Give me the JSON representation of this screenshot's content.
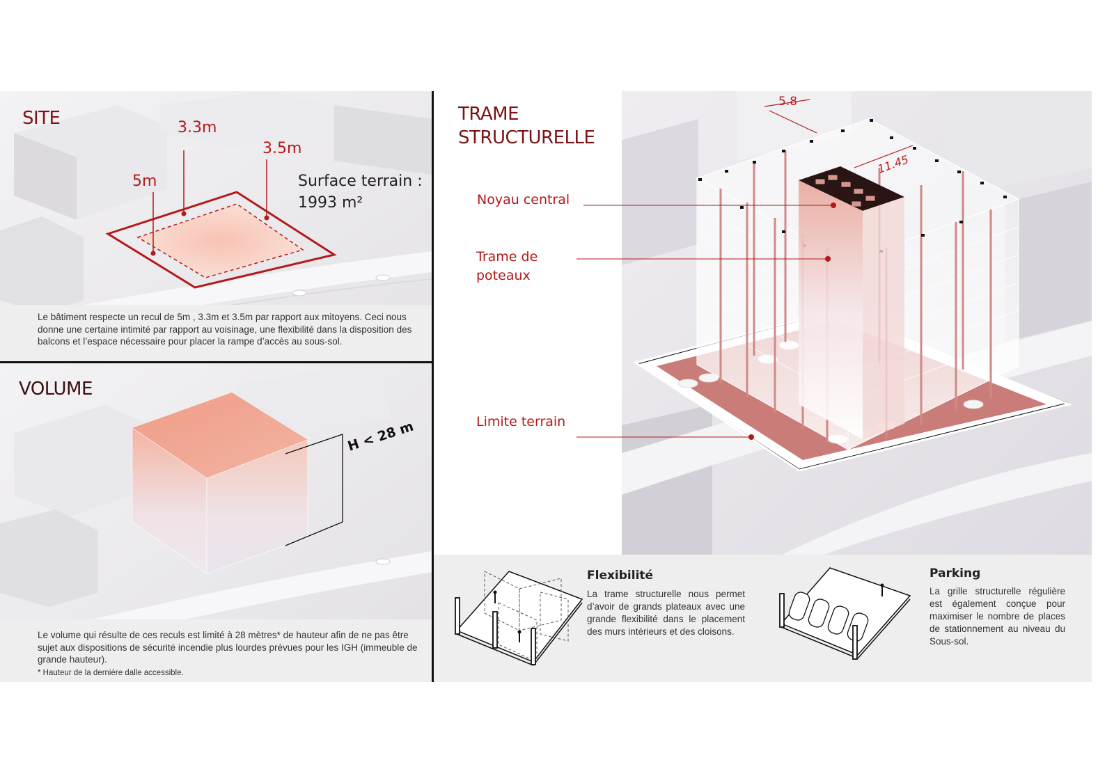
{
  "site": {
    "title": "SITE",
    "dim_top": "3.3m",
    "dim_right": "3.5m",
    "dim_left": "5m",
    "surface_label": "Surface terrain :",
    "surface_value": "1993 m²",
    "caption": "Le bâtiment respecte un recul de 5m , 3.3m et 3.5m par rapport aux mitoyens. Ceci nous donne une certaine intimité par rapport au voisinage, une flexibilité dans la disposition des balcons et l’espace nécessaire pour placer la rampe d’accès au sous-sol."
  },
  "volume": {
    "title": "VOLUME",
    "height_label": "H < 28 m",
    "caption": "Le volume qui résulte de ces reculs est limité à 28 mètres* de hauteur afin de ne pas être sujet aux dispositions de sécurité incendie plus lourdes prévues pour les IGH (immeuble de grande hauteur).",
    "footnote": "* Hauteur de la dernière dalle accessible."
  },
  "trame": {
    "title_line1": "TRAME",
    "title_line2": "STRUCTURELLE",
    "dim_a": "5.8",
    "dim_b": "11.45",
    "callouts": {
      "noyau": "Noyau central",
      "poteaux_line1": "Trame de",
      "poteaux_line2": "poteaux",
      "limite": "Limite terrain"
    }
  },
  "flexibilite": {
    "title": "Flexibilité",
    "text": "La trame structurelle nous permet d’avoir de grands plateaux avec une grande flexibilité dans le placement des murs intérieurs et des cloisons."
  },
  "parking": {
    "title": "Parking",
    "text": "La grille structurelle régulière est également conçue pour maximiser le nombre de places de stationnement au niveau du Sous-sol."
  },
  "colors": {
    "accent": "#b31a1a",
    "title": "#7a1414",
    "panel_bg": "#eeeeee"
  }
}
